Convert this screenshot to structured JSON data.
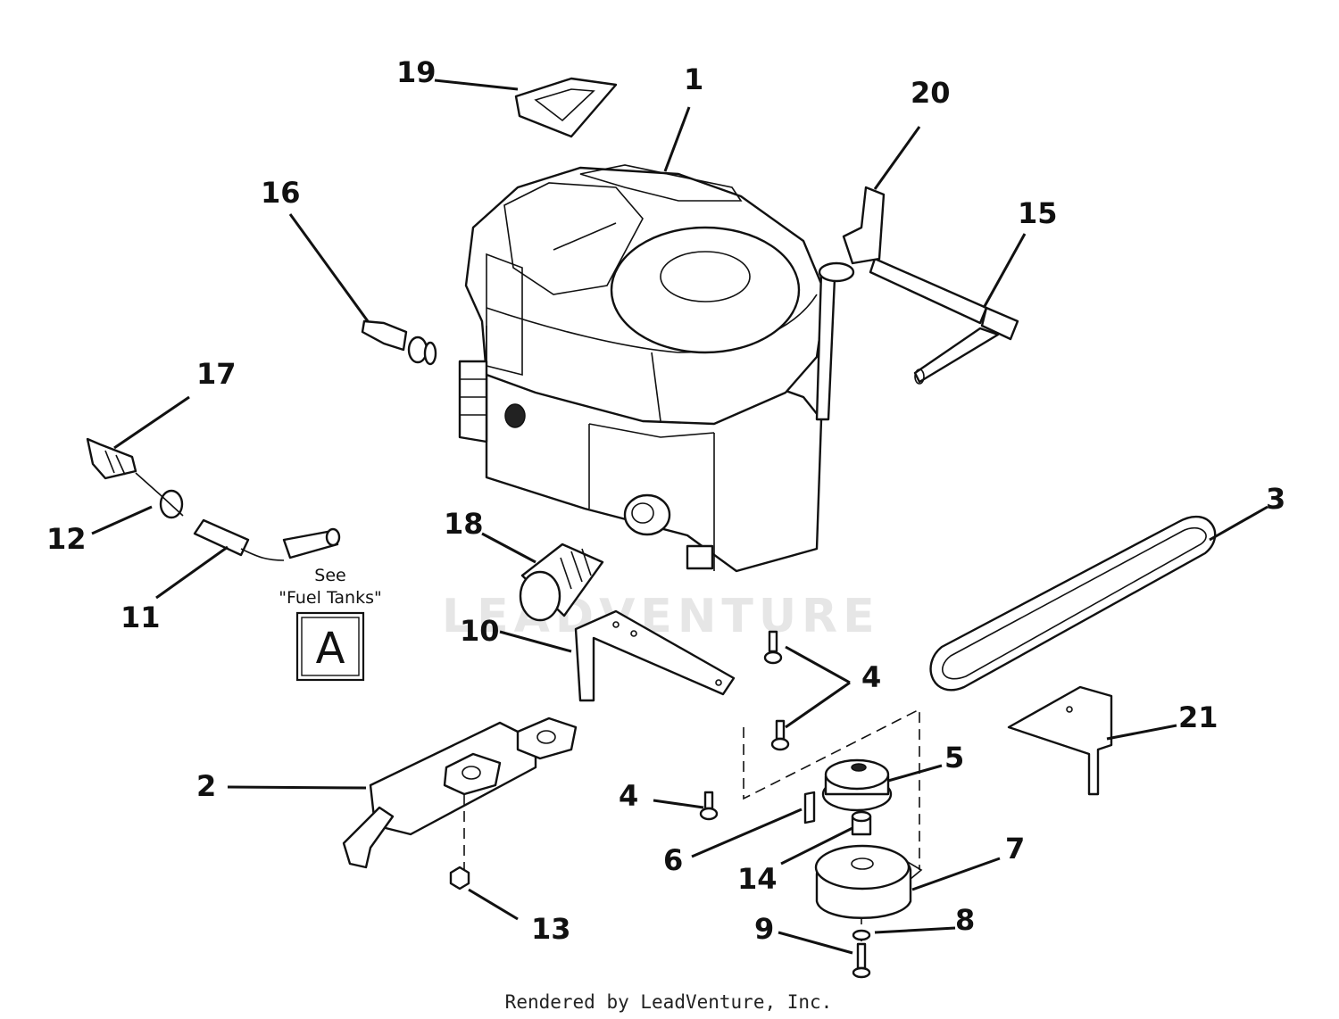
{
  "diagram": {
    "callouts": [
      {
        "id": "1",
        "label": "1"
      },
      {
        "id": "2",
        "label": "2"
      },
      {
        "id": "3",
        "label": "3"
      },
      {
        "id": "4a",
        "label": "4"
      },
      {
        "id": "4b",
        "label": "4"
      },
      {
        "id": "5",
        "label": "5"
      },
      {
        "id": "6",
        "label": "6"
      },
      {
        "id": "7",
        "label": "7"
      },
      {
        "id": "8",
        "label": "8"
      },
      {
        "id": "9",
        "label": "9"
      },
      {
        "id": "10",
        "label": "10"
      },
      {
        "id": "11",
        "label": "11"
      },
      {
        "id": "12",
        "label": "12"
      },
      {
        "id": "13",
        "label": "13"
      },
      {
        "id": "14",
        "label": "14"
      },
      {
        "id": "15",
        "label": "15"
      },
      {
        "id": "16",
        "label": "16"
      },
      {
        "id": "17",
        "label": "17"
      },
      {
        "id": "18",
        "label": "18"
      },
      {
        "id": "19",
        "label": "19"
      },
      {
        "id": "20",
        "label": "20"
      },
      {
        "id": "21",
        "label": "21"
      }
    ],
    "reference": {
      "see_line1": "See",
      "see_line2": "\"Fuel Tanks\"",
      "letter": "A"
    },
    "watermark": "LEADVENTURE",
    "footer": "Rendered by LeadVenture, Inc."
  }
}
